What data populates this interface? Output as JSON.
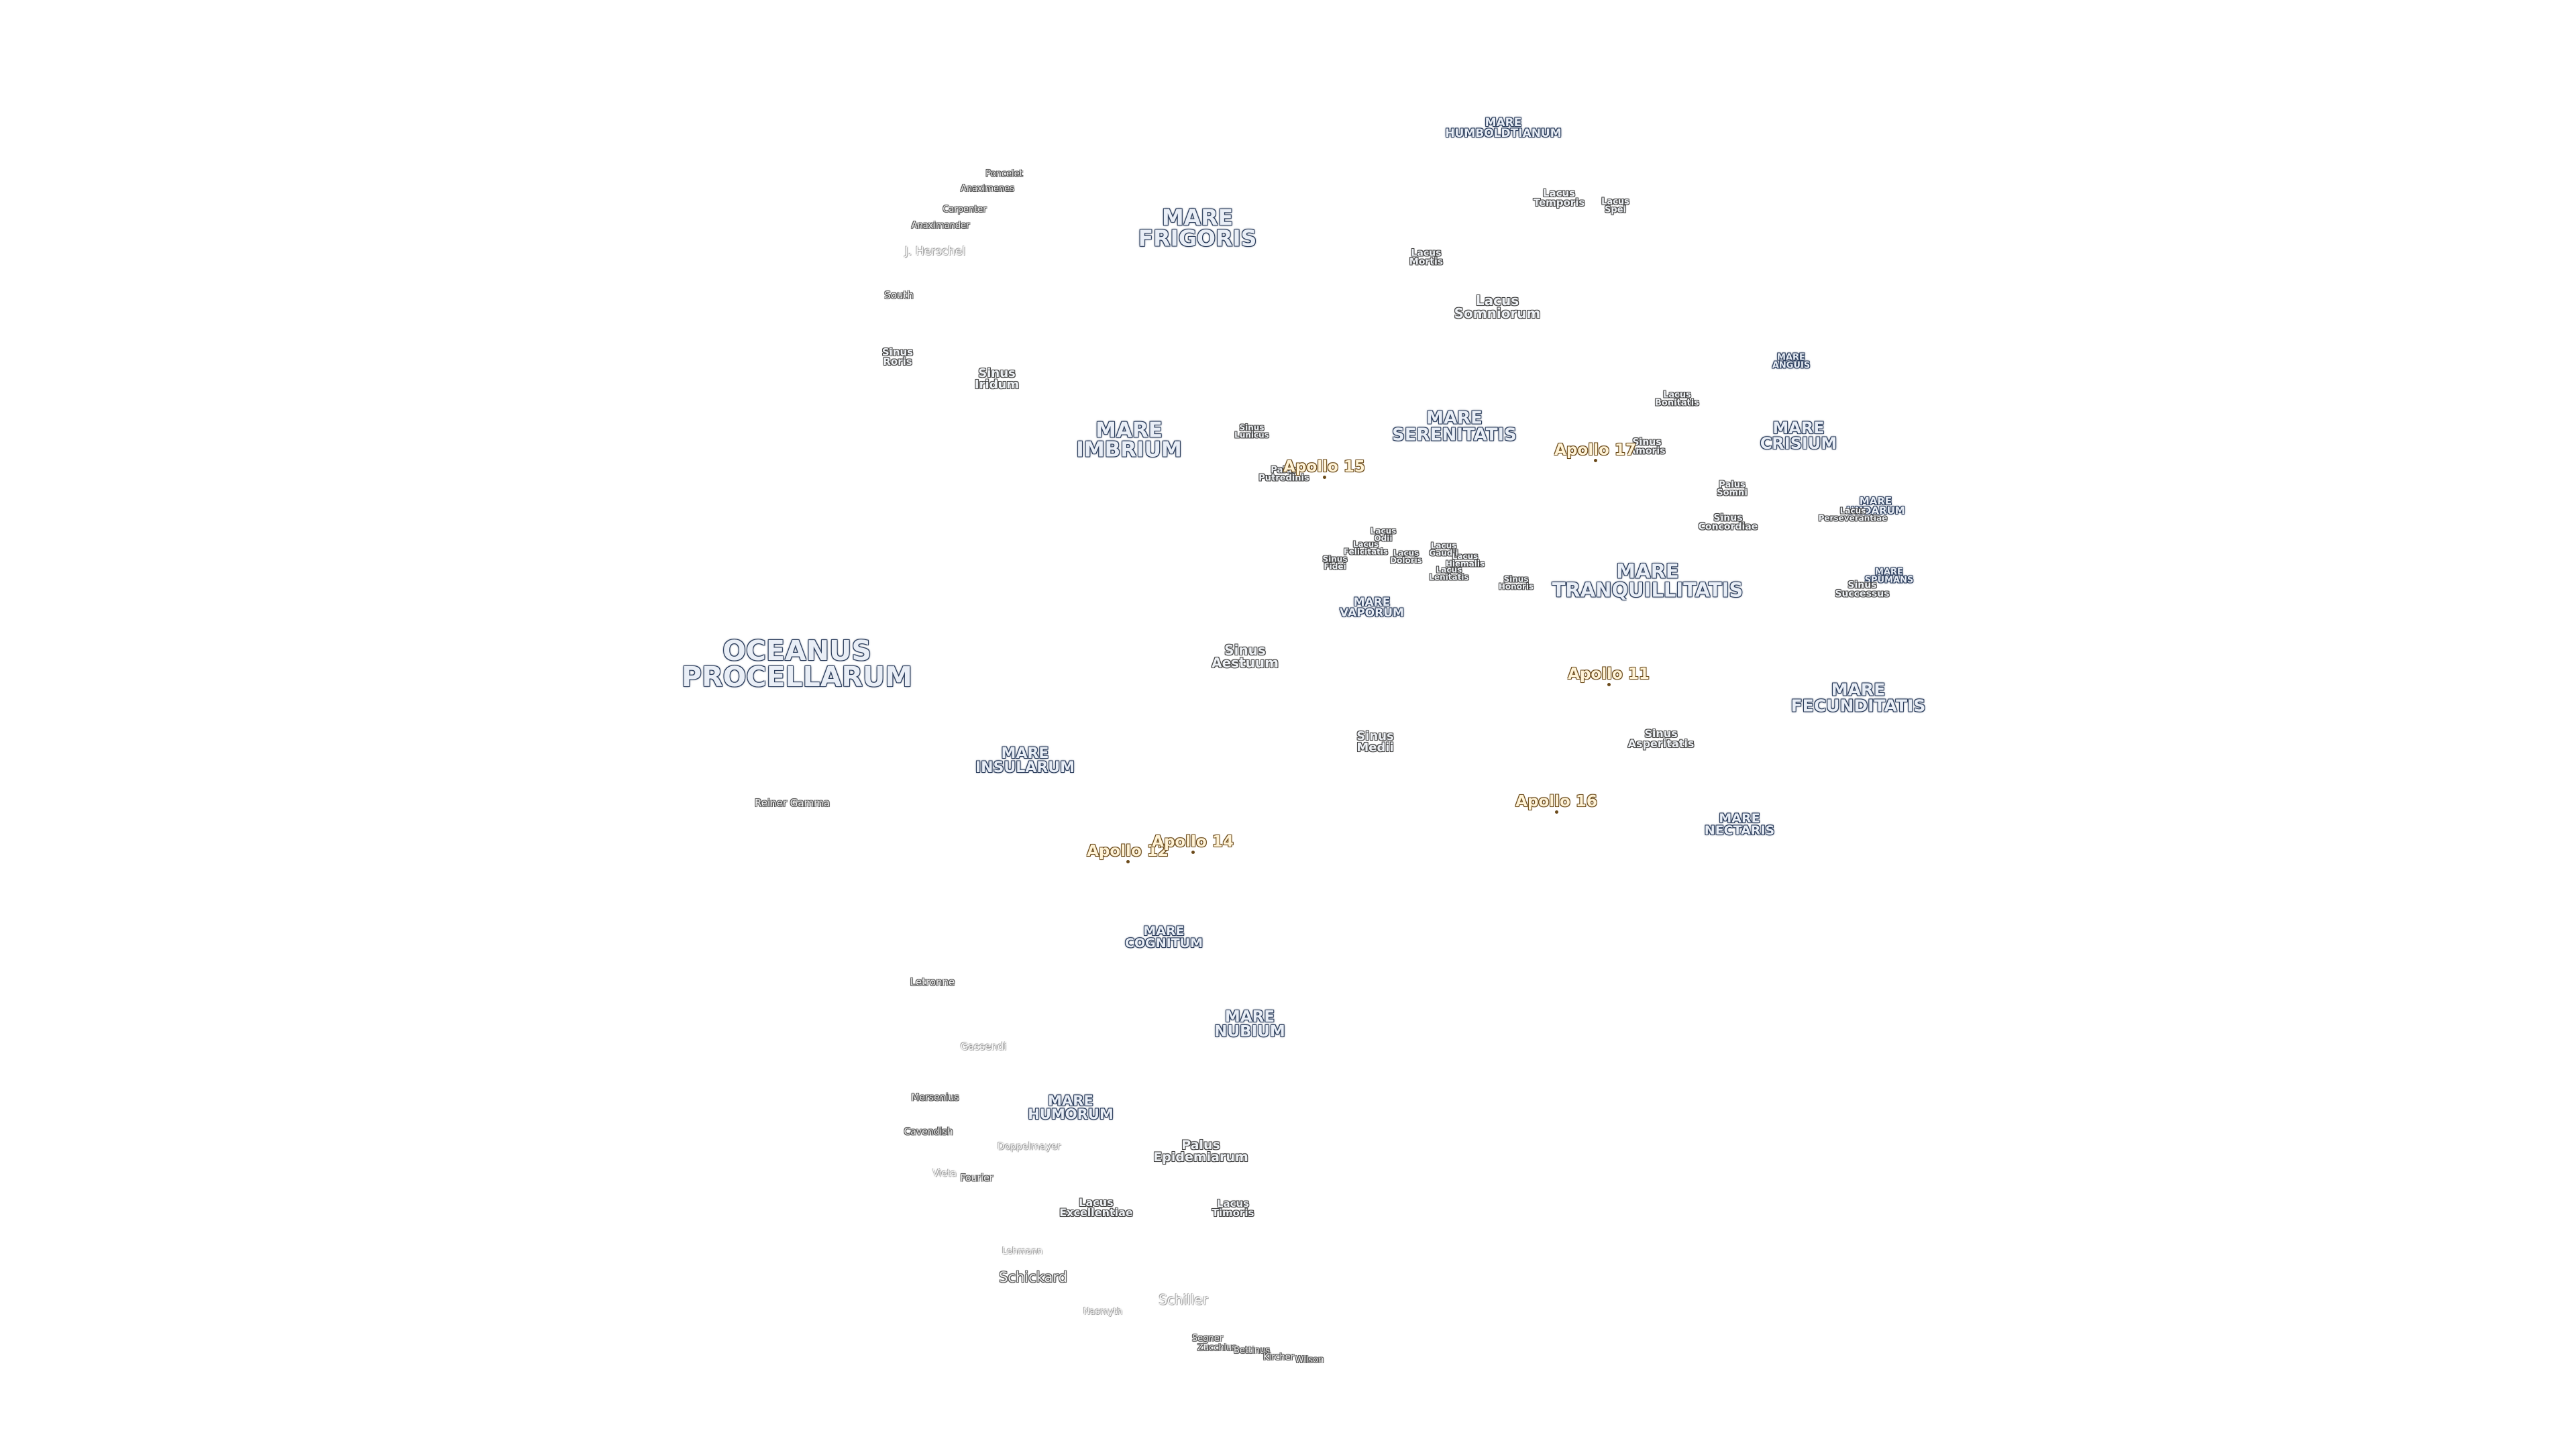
{
  "features": [
    {
      "id": "oceanus-procellarum",
      "text": "OCEANUS\nPROCELLARUM",
      "kind": "mare"
    },
    {
      "id": "mare-frigoris",
      "text": "MARE\nFRIGORIS",
      "kind": "mare"
    },
    {
      "id": "mare-imbrium",
      "text": "MARE\nIMBRIUM",
      "kind": "mare"
    },
    {
      "id": "mare-serenitatis",
      "text": "MARE\nSERENITATIS",
      "kind": "mare"
    },
    {
      "id": "mare-tranquillitatis",
      "text": "MARE\nTRANQUILLITATIS",
      "kind": "mare"
    },
    {
      "id": "mare-crisium",
      "text": "MARE\nCRISIUM",
      "kind": "mare"
    },
    {
      "id": "mare-fecunditatis",
      "text": "MARE\nFECUNDITATIS",
      "kind": "mare"
    },
    {
      "id": "mare-nectaris",
      "text": "MARE\nNECTARIS",
      "kind": "mare"
    },
    {
      "id": "mare-insularum",
      "text": "MARE\nINSULARUM",
      "kind": "mare"
    },
    {
      "id": "mare-cognitum",
      "text": "MARE\nCOGNITUM",
      "kind": "mare"
    },
    {
      "id": "mare-nubium",
      "text": "MARE\nNUBIUM",
      "kind": "mare"
    },
    {
      "id": "mare-humorum",
      "text": "MARE\nHUMORUM",
      "kind": "mare"
    },
    {
      "id": "mare-vaporum",
      "text": "MARE\nVAPORUM",
      "kind": "mare"
    },
    {
      "id": "mare-humboldtianum",
      "text": "MARE\nHUMBOLDTIANUM",
      "kind": "mare"
    },
    {
      "id": "mare-anguis",
      "text": "MARE\nANGUIS",
      "kind": "mare"
    },
    {
      "id": "mare-undarum",
      "text": "MARE\nUNDARUM",
      "kind": "mare"
    },
    {
      "id": "mare-spumans",
      "text": "MARE\nSPUMANS",
      "kind": "mare"
    },
    {
      "id": "sinus-iridum",
      "text": "Sinus\nIridum",
      "kind": "small"
    },
    {
      "id": "sinus-roris",
      "text": "Sinus\nRoris",
      "kind": "small"
    },
    {
      "id": "sinus-aestuum",
      "text": "Sinus\nAestuum",
      "kind": "small"
    },
    {
      "id": "sinus-medii",
      "text": "Sinus\nMedii",
      "kind": "small"
    },
    {
      "id": "sinus-asperitatis",
      "text": "Sinus\nAsperitatis",
      "kind": "small"
    },
    {
      "id": "sinus-amoris",
      "text": "Sinus\nAmoris",
      "kind": "small"
    },
    {
      "id": "sinus-concordiae",
      "text": "Sinus\nConcordiae",
      "kind": "small"
    },
    {
      "id": "sinus-successus",
      "text": "Sinus\nSuccessus",
      "kind": "small"
    },
    {
      "id": "sinus-honoris",
      "text": "Sinus\nHonoris",
      "kind": "small"
    },
    {
      "id": "sinus-lunicus",
      "text": "Sinus\nLunicus",
      "kind": "small"
    },
    {
      "id": "sinus-fidei",
      "text": "Sinus\nFidei",
      "kind": "small"
    },
    {
      "id": "lacus-somniorum",
      "text": "Lacus\nSomniorum",
      "kind": "small"
    },
    {
      "id": "lacus-mortis",
      "text": "Lacus\nMortis",
      "kind": "small"
    },
    {
      "id": "lacus-temporis",
      "text": "Lacus\nTemporis",
      "kind": "small"
    },
    {
      "id": "lacus-spei",
      "text": "Lacus\nSpei",
      "kind": "small"
    },
    {
      "id": "lacus-bonitatis",
      "text": "Lacus\nBonitatis",
      "kind": "small"
    },
    {
      "id": "lacus-odii",
      "text": "Lacus\nOdii",
      "kind": "small"
    },
    {
      "id": "lacus-felicitatis",
      "text": "Lacus\nFelicitatis",
      "kind": "small"
    },
    {
      "id": "lacus-doloris",
      "text": "Lacus\nDoloris",
      "kind": "small"
    },
    {
      "id": "lacus-gaudii",
      "text": "Lacus\nGaudii",
      "kind": "small"
    },
    {
      "id": "lacus-hiemalis",
      "text": "Lacus\nHiemalis",
      "kind": "small"
    },
    {
      "id": "lacus-lenitatis",
      "text": "Lacus\nLenitatis",
      "kind": "small"
    },
    {
      "id": "lacus-excellentiae",
      "text": "Lacus\nExcellentiae",
      "kind": "small"
    },
    {
      "id": "lacus-timoris",
      "text": "Lacus\nTimoris",
      "kind": "small"
    },
    {
      "id": "lacus-perseverantiae",
      "text": "Lacus\nPerseverantiae",
      "kind": "small"
    },
    {
      "id": "palus-putredinis",
      "text": "Palus\nPutredinis",
      "kind": "small"
    },
    {
      "id": "palus-somni",
      "text": "Palus\nSomni",
      "kind": "small"
    },
    {
      "id": "palus-epidemiarum",
      "text": "Palus\nEpidemiarum",
      "kind": "small"
    },
    {
      "id": "apollo-11",
      "text": "Apollo 11",
      "kind": "apollo"
    },
    {
      "id": "apollo-12",
      "text": "Apollo 12",
      "kind": "apollo"
    },
    {
      "id": "apollo-14",
      "text": "Apollo 14",
      "kind": "apollo"
    },
    {
      "id": "apollo-15",
      "text": "Apollo 15",
      "kind": "apollo"
    },
    {
      "id": "apollo-16",
      "text": "Apollo 16",
      "kind": "apollo"
    },
    {
      "id": "apollo-17",
      "text": "Apollo 17",
      "kind": "apollo"
    },
    {
      "id": "poncelet",
      "text": "Poncelet",
      "kind": "crater"
    },
    {
      "id": "anaximenes",
      "text": "Anaximenes",
      "kind": "crater"
    },
    {
      "id": "carpenter",
      "text": "Carpenter",
      "kind": "crater"
    },
    {
      "id": "anaximander",
      "text": "Anaximander",
      "kind": "crater"
    },
    {
      "id": "j-herschel",
      "text": "J. Herschel",
      "kind": "crater-faint"
    },
    {
      "id": "south",
      "text": "South",
      "kind": "crater"
    },
    {
      "id": "reiner-gamma",
      "text": "Reiner Gamma",
      "kind": "crater"
    },
    {
      "id": "letronne",
      "text": "Letronne",
      "kind": "crater"
    },
    {
      "id": "gassendi",
      "text": "Gassendi",
      "kind": "crater-faint"
    },
    {
      "id": "mersenius",
      "text": "Mersenius",
      "kind": "crater"
    },
    {
      "id": "cavendish",
      "text": "Cavendish",
      "kind": "crater"
    },
    {
      "id": "doppelmayer",
      "text": "Doppelmayer",
      "kind": "crater-faint"
    },
    {
      "id": "vieta",
      "text": "Vieta",
      "kind": "crater-faint"
    },
    {
      "id": "fourier",
      "text": "Fourier",
      "kind": "crater"
    },
    {
      "id": "lehmann",
      "text": "Lehmann",
      "kind": "crater-faint"
    },
    {
      "id": "schickard",
      "text": "Schickard",
      "kind": "crater"
    },
    {
      "id": "schiller",
      "text": "Schiller",
      "kind": "crater-faint"
    },
    {
      "id": "nasmyth",
      "text": "Nasmyth",
      "kind": "crater-faint"
    },
    {
      "id": "segner",
      "text": "Segner",
      "kind": "crater"
    },
    {
      "id": "zucchius",
      "text": "Zucchius",
      "kind": "crater"
    },
    {
      "id": "bettinus",
      "text": "Bettinus",
      "kind": "crater"
    },
    {
      "id": "kircher",
      "text": "Kircher",
      "kind": "crater"
    },
    {
      "id": "wilson",
      "text": "Wilson",
      "kind": "crater"
    }
  ]
}
